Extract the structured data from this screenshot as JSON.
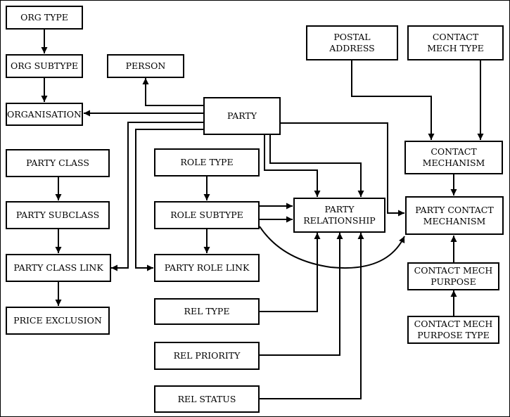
{
  "diagram": {
    "entities": {
      "org_type": "ORG TYPE",
      "org_subtype": "ORG SUBTYPE",
      "organisation": "ORGANISATION",
      "person": "PERSON",
      "party": "PARTY",
      "postal_address": "POSTAL\nADDRESS",
      "contact_mech_type": "CONTACT\nMECH TYPE",
      "party_class": "PARTY CLASS",
      "party_subclass": "PARTY SUBCLASS",
      "party_class_link": "PARTY CLASS LINK",
      "price_exclusion": "PRICE EXCLUSION",
      "role_type": "ROLE TYPE",
      "role_subtype": "ROLE SUBTYPE",
      "party_role_link": "PARTY ROLE LINK",
      "party_relationship": "PARTY\nRELATIONSHIP",
      "contact_mechanism": "CONTACT\nMECHANISM",
      "party_contact_mechanism": "PARTY CONTACT\nMECHANISM",
      "contact_mech_purpose": "CONTACT MECH\nPURPOSE",
      "contact_mech_purpose_type": "CONTACT MECH\nPURPOSE TYPE",
      "rel_type": "REL TYPE",
      "rel_priority": "REL PRIORITY",
      "rel_status": "REL STATUS"
    },
    "relationships": [
      {
        "from": "org_type",
        "to": "org_subtype"
      },
      {
        "from": "org_subtype",
        "to": "organisation"
      },
      {
        "from": "party",
        "to": "organisation"
      },
      {
        "from": "party",
        "to": "person"
      },
      {
        "from": "party",
        "to": "party_class_link"
      },
      {
        "from": "party",
        "to": "party_role_link"
      },
      {
        "from": "party",
        "to": "party_relationship"
      },
      {
        "from": "party",
        "to": "party_contact_mechanism"
      },
      {
        "from": "postal_address",
        "to": "contact_mechanism"
      },
      {
        "from": "contact_mech_type",
        "to": "contact_mechanism"
      },
      {
        "from": "contact_mechanism",
        "to": "party_contact_mechanism"
      },
      {
        "from": "party_class",
        "to": "party_subclass"
      },
      {
        "from": "party_subclass",
        "to": "party_class_link"
      },
      {
        "from": "party_class_link",
        "to": "price_exclusion"
      },
      {
        "from": "role_type",
        "to": "role_subtype"
      },
      {
        "from": "role_subtype",
        "to": "party_role_link"
      },
      {
        "from": "role_subtype",
        "to": "party_relationship"
      },
      {
        "from": "role_subtype",
        "to": "party_contact_mechanism"
      },
      {
        "from": "rel_type",
        "to": "party_relationship"
      },
      {
        "from": "rel_priority",
        "to": "party_relationship"
      },
      {
        "from": "rel_status",
        "to": "party_relationship"
      },
      {
        "from": "contact_mech_purpose",
        "to": "party_contact_mechanism"
      },
      {
        "from": "contact_mech_purpose_type",
        "to": "contact_mech_purpose"
      }
    ]
  }
}
